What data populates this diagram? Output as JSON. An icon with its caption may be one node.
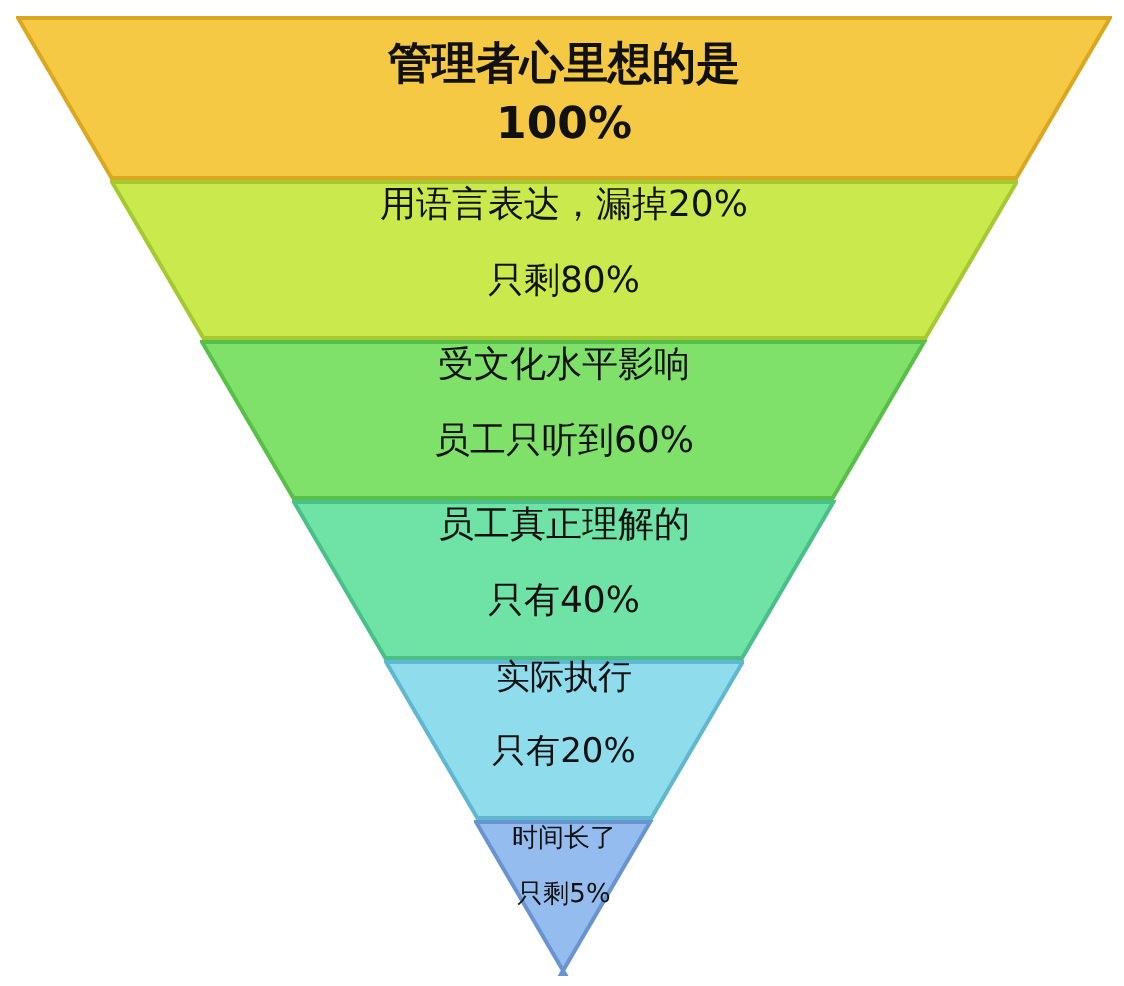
{
  "diagram": {
    "nodes": [
      {
        "text": [
          "管理者心里想的是100%"
        ]
      },
      {
        "text": [
          "用语言表达，漏掉20%",
          "只剩80%"
        ]
      },
      {
        "text": [
          "受文化水平影响",
          "员工只听到60%"
        ]
      },
      {
        "text": [
          "员工真正理解的",
          "只有40%"
        ]
      },
      {
        "text": [
          "实际执行",
          "只有20%"
        ]
      },
      {
        "text": [
          "时间长了",
          "只剩5%"
        ]
      }
    ]
  }
}
